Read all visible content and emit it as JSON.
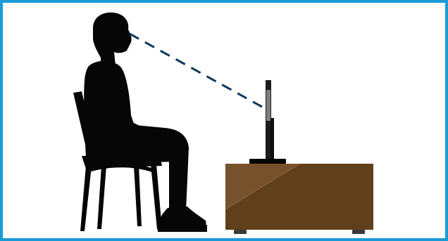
{
  "scene": {
    "frame_color": "#1a9ad6",
    "background_color": "#ffffff",
    "silhouette_color": "#060606",
    "sight_line_color": "#0d3a5c",
    "cabinet_color": "#60401a",
    "cabinet_highlight_color": "#77512b",
    "foot_color": "#3a3a3a",
    "tv_screen_color": "#7e7e7e",
    "elements": [
      "person-silhouette",
      "chair-silhouette",
      "sight-line",
      "tv-side-view",
      "tv-cabinet"
    ]
  }
}
